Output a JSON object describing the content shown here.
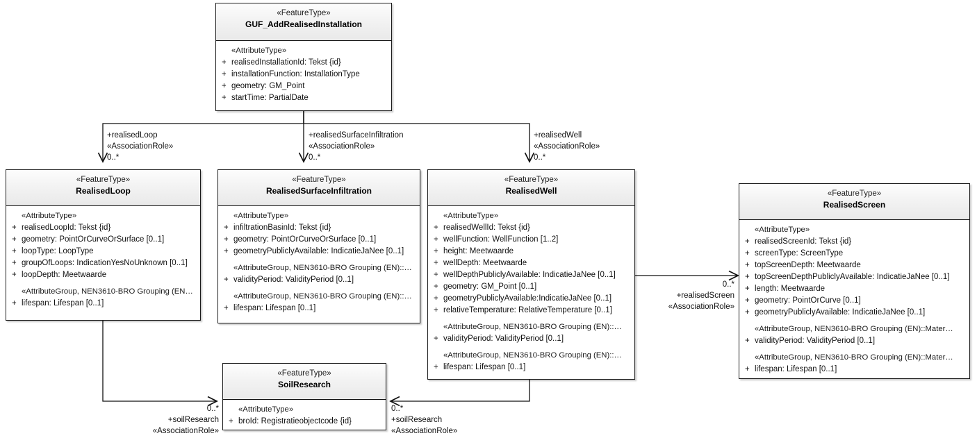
{
  "diagram": {
    "title": "GUF_AddRealisedInstallation UML class diagram",
    "background": "#ffffff",
    "line_color": "#1a1a1a",
    "header_fill": "#f0f0f0"
  },
  "classes": [
    {
      "id": "guf",
      "stereotype": "«FeatureType»",
      "name": "GUF_AddRealisedInstallation",
      "sections": [
        {
          "group": "«AttributeType»",
          "attributes": [
            {
              "visibility": "+",
              "text": "realisedInstallationId: Tekst {id}"
            },
            {
              "visibility": "+",
              "text": "installationFunction: InstallationType"
            },
            {
              "visibility": "+",
              "text": "geometry: GM_Point"
            },
            {
              "visibility": "+",
              "text": "startTime: PartialDate"
            }
          ]
        }
      ]
    },
    {
      "id": "loop",
      "stereotype": "«FeatureType»",
      "name": "RealisedLoop",
      "sections": [
        {
          "group": "«AttributeType»",
          "attributes": [
            {
              "visibility": "+",
              "text": "realisedLoopId: Tekst {id}"
            },
            {
              "visibility": "+",
              "text": "geometry: PointOrCurveOrSurface [0..1]"
            },
            {
              "visibility": "+",
              "text": "loopType: LoopType"
            },
            {
              "visibility": "+",
              "text": "groupOfLoops: IndicationYesNoUnknown [0..1]"
            },
            {
              "visibility": "+",
              "text": "loopDepth: Meetwaarde"
            }
          ]
        },
        {
          "group": "«AttributeGroup, NEN3610-BRO Grouping (EN…",
          "attributes": [
            {
              "visibility": "+",
              "text": "lifespan: Lifespan [0..1]"
            }
          ]
        }
      ]
    },
    {
      "id": "surf",
      "stereotype": "«FeatureType»",
      "name": "RealisedSurfaceInfiltration",
      "sections": [
        {
          "group": "«AttributeType»",
          "attributes": [
            {
              "visibility": "+",
              "text": "infiltrationBasinId: Tekst {id}"
            },
            {
              "visibility": "+",
              "text": "geometry: PointOrCurveOrSurface [0..1]"
            },
            {
              "visibility": "+",
              "text": "geometryPubliclyAvailable: IndicatieJaNee [0..1]"
            }
          ]
        },
        {
          "group": "«AttributeGroup, NEN3610-BRO Grouping (EN)::…",
          "attributes": [
            {
              "visibility": "+",
              "text": "validityPeriod: ValidityPeriod [0..1]"
            }
          ]
        },
        {
          "group": "«AttributeGroup, NEN3610-BRO Grouping (EN)::…",
          "attributes": [
            {
              "visibility": "+",
              "text": "lifespan: Lifespan [0..1]"
            }
          ]
        }
      ]
    },
    {
      "id": "well",
      "stereotype": "«FeatureType»",
      "name": "RealisedWell",
      "sections": [
        {
          "group": "«AttributeType»",
          "attributes": [
            {
              "visibility": "+",
              "text": "realisedWellId: Tekst {id}"
            },
            {
              "visibility": "+",
              "text": "wellFunction: WellFunction [1..2]"
            },
            {
              "visibility": "+",
              "text": "height: Meetwaarde"
            },
            {
              "visibility": "+",
              "text": "wellDepth: Meetwaarde"
            },
            {
              "visibility": "+",
              "text": "wellDepthPubliclyAvailable: IndicatieJaNee [0..1]"
            },
            {
              "visibility": "+",
              "text": "geometry: GM_Point [0..1]"
            },
            {
              "visibility": "+",
              "text": "geometryPubliclyAvailable:IndicatieJaNee [0..1]"
            },
            {
              "visibility": "+",
              "text": "relativeTemperature: RelativeTemperature [0..1]"
            }
          ]
        },
        {
          "group": "«AttributeGroup, NEN3610-BRO Grouping (EN)::…",
          "attributes": [
            {
              "visibility": "+",
              "text": "validityPeriod: ValidityPeriod [0..1]"
            }
          ]
        },
        {
          "group": "«AttributeGroup, NEN3610-BRO Grouping (EN)::…",
          "attributes": [
            {
              "visibility": "+",
              "text": "lifespan: Lifespan [0..1]"
            }
          ]
        }
      ]
    },
    {
      "id": "screen",
      "stereotype": "«FeatureType»",
      "name": "RealisedScreen",
      "sections": [
        {
          "group": "«AttributeType»",
          "attributes": [
            {
              "visibility": "+",
              "text": "realisedScreenId: Tekst {id}"
            },
            {
              "visibility": "+",
              "text": "screenType: ScreenType"
            },
            {
              "visibility": "+",
              "text": "topScreenDepth: Meetwaarde"
            },
            {
              "visibility": "+",
              "text": "topScreenDepthPubliclyAvailable: IndicatieJaNee [0..1]"
            },
            {
              "visibility": "+",
              "text": "length: Meetwaarde"
            },
            {
              "visibility": "+",
              "text": "geometry: PointOrCurve [0..1]"
            },
            {
              "visibility": "+",
              "text": "geometryPubliclyAvailable: IndicatieJaNee [0..1]"
            }
          ]
        },
        {
          "group": "«AttributeGroup, NEN3610-BRO Grouping (EN)::Mater…",
          "attributes": [
            {
              "visibility": "+",
              "text": "validityPeriod: ValidityPeriod [0..1]"
            }
          ]
        },
        {
          "group": "«AttributeGroup, NEN3610-BRO Grouping (EN)::Mater…",
          "attributes": [
            {
              "visibility": "+",
              "text": "lifespan: Lifespan [0..1]"
            }
          ]
        }
      ]
    },
    {
      "id": "soil",
      "stereotype": "«FeatureType»",
      "name": "SoilResearch",
      "sections": [
        {
          "group": "«AttributeType»",
          "attributes": [
            {
              "visibility": "+",
              "text": "broId: Registratieobjectcode {id}"
            }
          ]
        }
      ]
    }
  ],
  "associations": [
    {
      "id": "assoc-realised-loop",
      "role": "+realisedLoop",
      "stereotype": "«AssociationRole»",
      "multiplicity": "0..*"
    },
    {
      "id": "assoc-realised-surface-infiltration",
      "role": "+realisedSurfaceInfiltration",
      "stereotype": "«AssociationRole»",
      "multiplicity": "0..*"
    },
    {
      "id": "assoc-realised-well",
      "role": "+realisedWell",
      "stereotype": "«AssociationRole»",
      "multiplicity": "0..*"
    },
    {
      "id": "assoc-realised-screen",
      "role": "+realisedScreen",
      "stereotype": "«AssociationRole»",
      "multiplicity": "0..*"
    },
    {
      "id": "assoc-soil-research-loop",
      "role": "+soilResearch",
      "stereotype": "«AssociationRole»",
      "multiplicity": "0..*"
    },
    {
      "id": "assoc-soil-research-well",
      "role": "+soilResearch",
      "stereotype": "«AssociationRole»",
      "multiplicity": "0..*"
    }
  ]
}
